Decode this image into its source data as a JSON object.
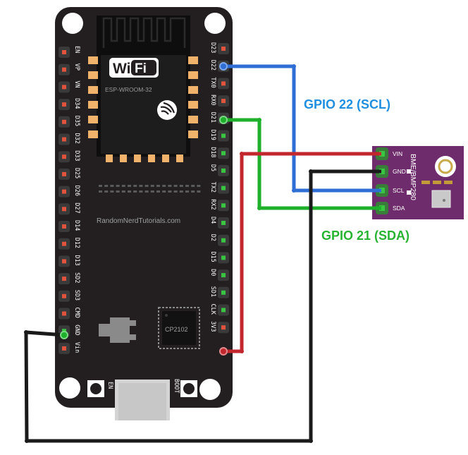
{
  "board": {
    "module_label": "ESP-WROOM-32",
    "wifi_label": "WiFi",
    "site_label": "RandomNerdTutorials.com",
    "chip_label": "CP2102",
    "en_button_label": "EN",
    "boot_button_label": "BOOT",
    "left_pins": [
      "EN",
      "VP",
      "VN",
      "D34",
      "D35",
      "D32",
      "D33",
      "D25",
      "D26",
      "D27",
      "D14",
      "D12",
      "D13",
      "SD2",
      "SD3",
      "CMD",
      "GND",
      "Vin"
    ],
    "right_pins": [
      "D23",
      "D22",
      "TX0",
      "RX0",
      "D21",
      "D19",
      "D18",
      "D5",
      "TX2",
      "RX2",
      "D4",
      "D2",
      "D15",
      "D0",
      "SD1",
      "CLK",
      "3V3"
    ]
  },
  "sensor": {
    "name": "BME/BMP280",
    "pins": [
      "VIN",
      "GND",
      "SCL",
      "SDA"
    ]
  },
  "callouts": {
    "scl": "GPIO 22 (SCL)",
    "sda": "GPIO 21 (SDA)"
  },
  "colors": {
    "board": "#231f20",
    "sensor": "#6f2c6c",
    "wire_scl": "#2f6fd5",
    "wire_sda": "#1eb02b",
    "wire_vin": "#c1272d",
    "wire_gnd": "#1a1a1a",
    "callout_scl": "#1f8fe0",
    "callout_sda": "#28b432"
  }
}
